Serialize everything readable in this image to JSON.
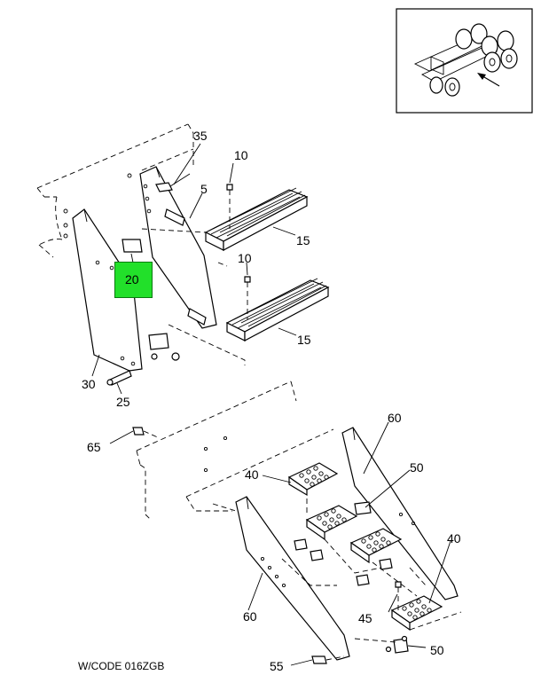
{
  "callouts": {
    "c35": "35",
    "c10a": "10",
    "c5": "5",
    "c15a": "15",
    "c20": "20",
    "c10b": "10",
    "c15b": "15",
    "c30": "30",
    "c25": "25",
    "c65": "65",
    "c60a": "60",
    "c40a": "40",
    "c50a": "50",
    "c40b": "40",
    "c60b": "60",
    "c45": "45",
    "c50b": "50",
    "c55": "55"
  },
  "highlight": {
    "callout": "20",
    "color": "#22e02a"
  },
  "footer": {
    "code": "W/CODE 016ZGB"
  }
}
